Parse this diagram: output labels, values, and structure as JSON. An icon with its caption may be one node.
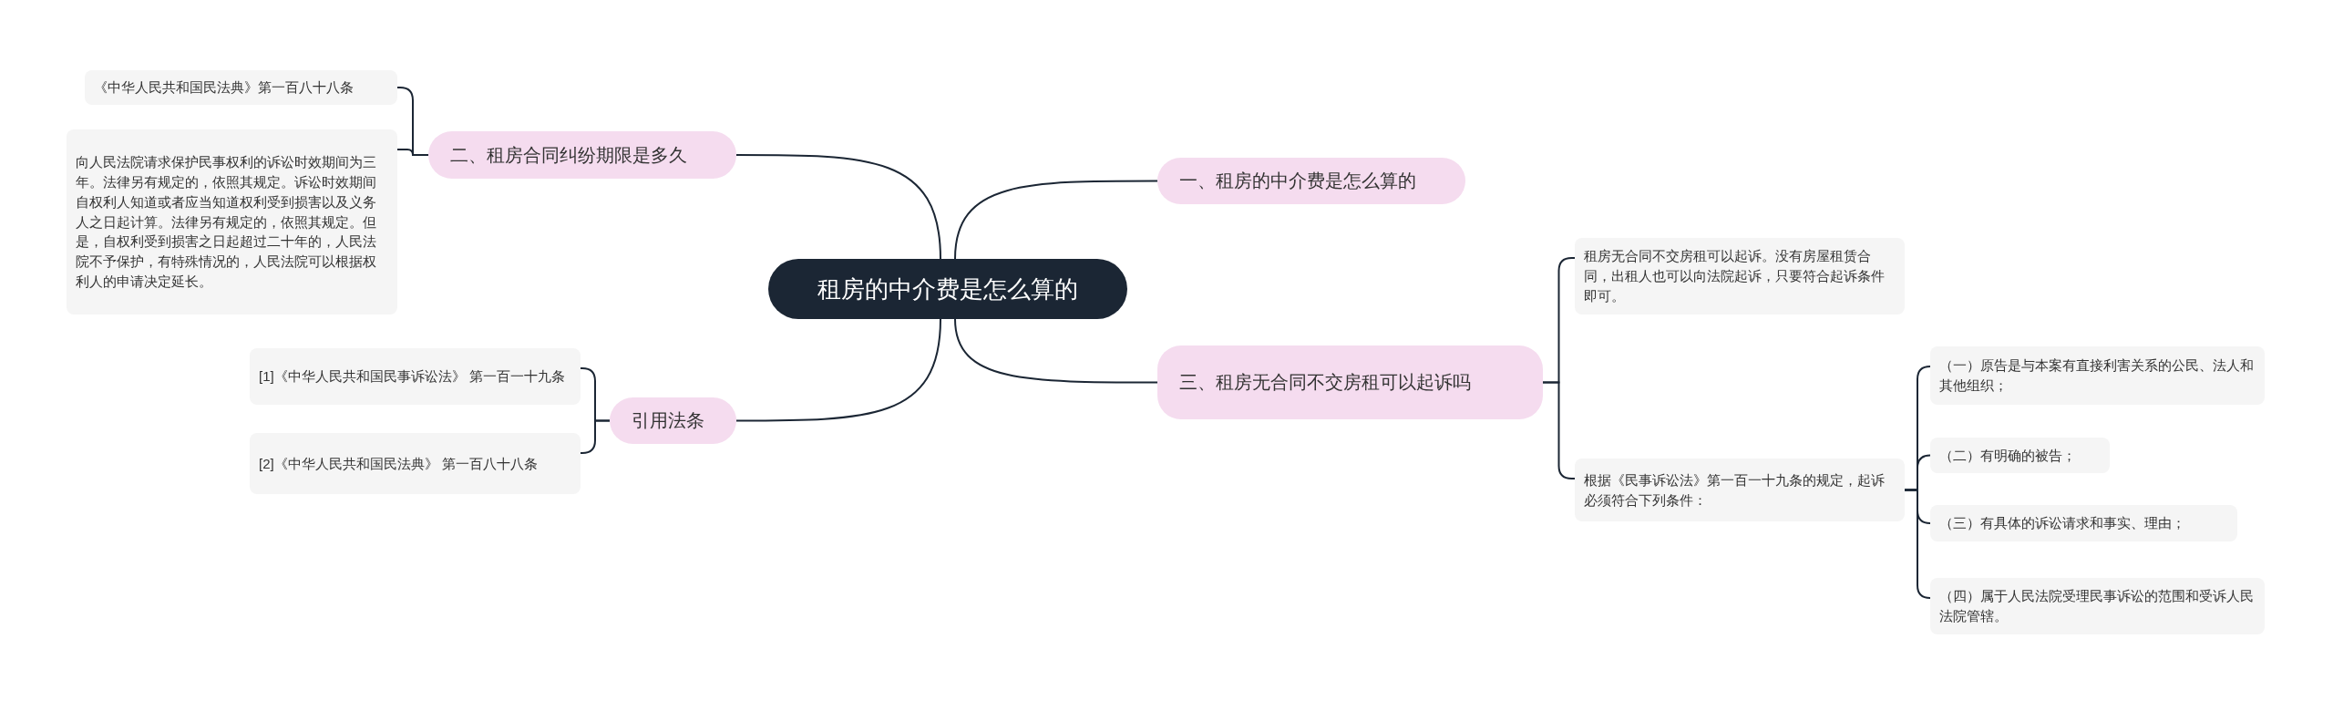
{
  "diagram": {
    "nodes": [
      {
        "text": [
          "租房的中介费是怎么算的"
        ]
      },
      {
        "text": [
          "二、租房合同纠纷期限是多久"
        ]
      },
      {
        "text": [
          "《中华人民共和国民法典》第一百八十八条"
        ]
      },
      {
        "text": [
          "向人民法院请求保护民事权利的诉讼时效期间为三年。法律另有规定的，依照其规定。诉讼时效期间自权利人知道或者应当知道权利受到损害以及义务人之日起计算。法律另有规定的，依照其规定。但是，自权利受到损害之日起超过二十年的，人民法院不予保护，有特殊情况的，人民法院可以根据权利人的申请决定延长。"
        ]
      },
      {
        "text": [
          "一、租房的中介费是怎么算的"
        ]
      },
      {
        "text": [
          "三、租房无合同不交房租可以起诉吗"
        ]
      },
      {
        "text": [
          "租房无合同不交房租可以起诉。没有房屋租赁合同，出租人也可以向法院起诉，只要符合起诉条件即可。"
        ]
      },
      {
        "text": [
          "根据《民事诉讼法》第一百一十九条的规定，起诉必须符合下列条件："
        ]
      },
      {
        "text": [
          "（一）原告是与本案有直接利害关系的公民、法人和其他组织；"
        ]
      },
      {
        "text": [
          "（二）有明确的被告；"
        ]
      },
      {
        "text": [
          "（三）有具体的诉讼请求和事实、理由；"
        ]
      },
      {
        "text": [
          "（四）属于人民法院受理民事诉讼的范围和受诉人民法院管辖。"
        ]
      },
      {
        "text": [
          "引用法条"
        ]
      },
      {
        "text": [
          "[1]《中华人民共和国民事诉讼法》 第一百一十九条"
        ]
      },
      {
        "text": [
          "[2]《中华人民共和国民法典》 第一百八十八条"
        ]
      }
    ],
    "edges": [
      {
        "from": 0,
        "to": 1,
        "arrow": "none"
      },
      {
        "from": 1,
        "to": 2,
        "arrow": "none"
      },
      {
        "from": 1,
        "to": 3,
        "arrow": "none"
      },
      {
        "from": 0,
        "to": 4,
        "arrow": "none"
      },
      {
        "from": 0,
        "to": 5,
        "arrow": "none"
      },
      {
        "from": 5,
        "to": 6,
        "arrow": "none"
      },
      {
        "from": 5,
        "to": 7,
        "arrow": "none"
      },
      {
        "from": 7,
        "to": 8,
        "arrow": "none"
      },
      {
        "from": 7,
        "to": 9,
        "arrow": "none"
      },
      {
        "from": 7,
        "to": 10,
        "arrow": "none"
      },
      {
        "from": 7,
        "to": 11,
        "arrow": "none"
      },
      {
        "from": 0,
        "to": 12,
        "arrow": "none"
      },
      {
        "from": 12,
        "to": 13,
        "arrow": "none"
      },
      {
        "from": 12,
        "to": 14,
        "arrow": "none"
      }
    ]
  }
}
